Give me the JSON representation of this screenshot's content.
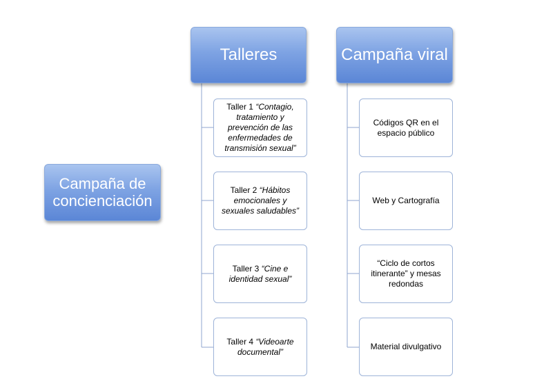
{
  "root": {
    "label": "Campaña de concienciación"
  },
  "branches": [
    {
      "label": "Talleres",
      "items": [
        {
          "prefix": "Taller 1 ",
          "italic": "“Contagio, tratamiento y prevención de las enfermedades de transmisión sexual”"
        },
        {
          "prefix": "Taller 2 ",
          "italic": "“Hábitos emocionales y sexuales saludables”"
        },
        {
          "prefix": "Taller 3 ",
          "italic": "“Cine e identidad sexual”"
        },
        {
          "prefix": "Taller 4 ",
          "italic": "“Videoarte documental”"
        }
      ]
    },
    {
      "label": "Campaña viral",
      "items": [
        {
          "text": "Códigos QR en el espacio público"
        },
        {
          "text": "Web y Cartografía"
        },
        {
          "text": "“Ciclo de cortos itinerante” y mesas redondas"
        },
        {
          "text": "Material divulgativo"
        }
      ]
    }
  ],
  "colors": {
    "node_top": "#a9c4ef",
    "node_bottom": "#5b86d6",
    "child_border": "#9db3d8",
    "connector": "#8fa6cf"
  }
}
